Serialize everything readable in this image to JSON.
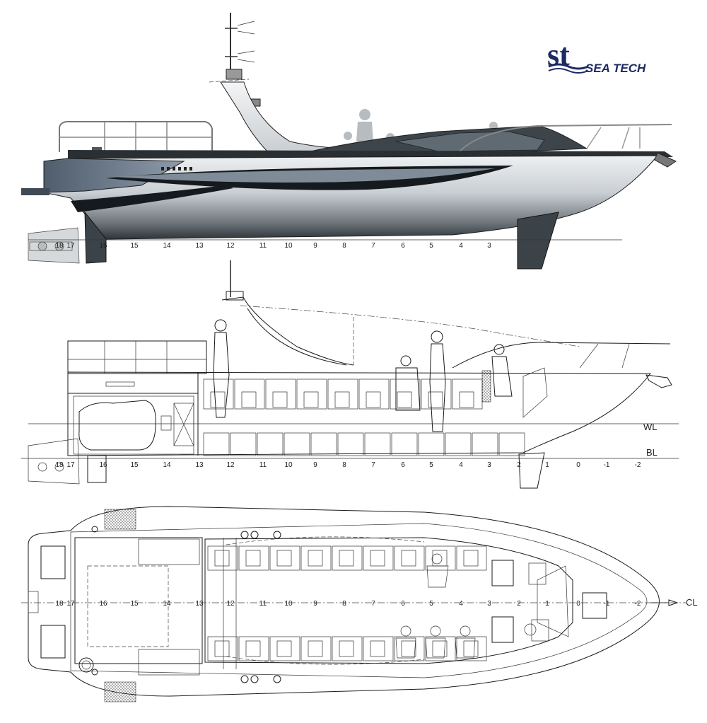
{
  "logo": {
    "mark": "st",
    "name": "SEA TECH",
    "color": "#1d2a63"
  },
  "profile_view": {
    "frames": [
      "18",
      "17",
      "16",
      "15",
      "14",
      "13",
      "12",
      "11",
      "10",
      "9",
      "8",
      "7",
      "6",
      "5",
      "4",
      "3"
    ]
  },
  "section_view": {
    "frames": [
      "18",
      "17",
      "16",
      "15",
      "14",
      "13",
      "12",
      "11",
      "10",
      "9",
      "8",
      "7",
      "6",
      "5",
      "4",
      "3",
      "2",
      "1",
      "0",
      "-1",
      "-2"
    ],
    "waterline_label": "WL",
    "baseline_label": "BL"
  },
  "plan_view": {
    "frames": [
      "18",
      "17",
      "16",
      "15",
      "14",
      "13",
      "12",
      "11",
      "10",
      "9",
      "8",
      "7",
      "6",
      "5",
      "4",
      "3",
      "2",
      "1",
      "0",
      "-1",
      "-2"
    ],
    "centerline_label": "CL"
  },
  "colors": {
    "hull_light": "#c9ced3",
    "hull_dark": "#3c4348",
    "accent_stripe": "#151a1e",
    "blue_grey": "#5d6b7a"
  }
}
